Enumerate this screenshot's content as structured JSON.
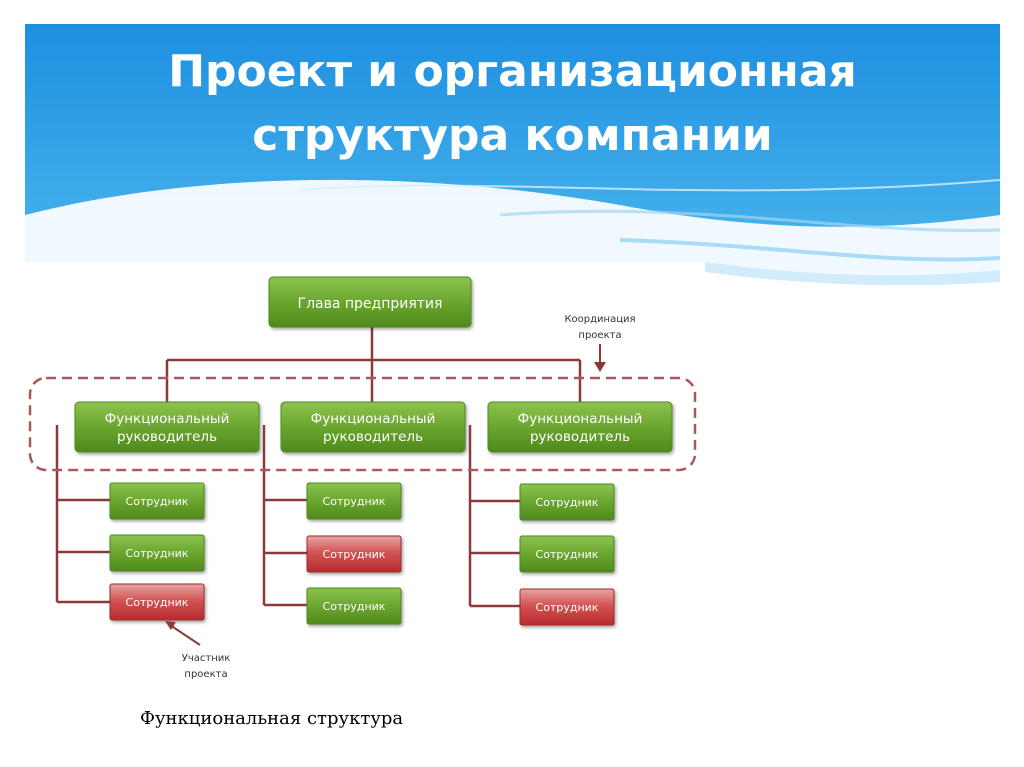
{
  "slide": {
    "title_line1": "Проект и организационная",
    "title_line2": "структура компании",
    "caption": "Функциональная структура"
  },
  "diagram": {
    "head": "Глава предприятия",
    "managers": [
      {
        "line1": "Функциональный",
        "line2": "руководитель"
      },
      {
        "line1": "Функциональный",
        "line2": "руководитель"
      },
      {
        "line1": "Функциональный",
        "line2": "руководитель"
      }
    ],
    "employees": [
      [
        {
          "label": "Сотрудник",
          "project": false
        },
        {
          "label": "Сотрудник",
          "project": false
        },
        {
          "label": "Сотрудник",
          "project": true
        }
      ],
      [
        {
          "label": "Сотрудник",
          "project": false
        },
        {
          "label": "Сотрудник",
          "project": true
        },
        {
          "label": "Сотрудник",
          "project": false
        }
      ],
      [
        {
          "label": "Сотрудник",
          "project": false
        },
        {
          "label": "Сотрудник",
          "project": false
        },
        {
          "label": "Сотрудник",
          "project": true
        }
      ]
    ],
    "coordination_line1": "Координация",
    "coordination_line2": "проекта",
    "participant_line1": "Участник",
    "participant_line2": "проекта"
  },
  "colors": {
    "header_blue": "#2fa1e4",
    "green_box": "#6aa62e",
    "red_box": "#c93a3a",
    "connector": "#8b3a3a"
  }
}
